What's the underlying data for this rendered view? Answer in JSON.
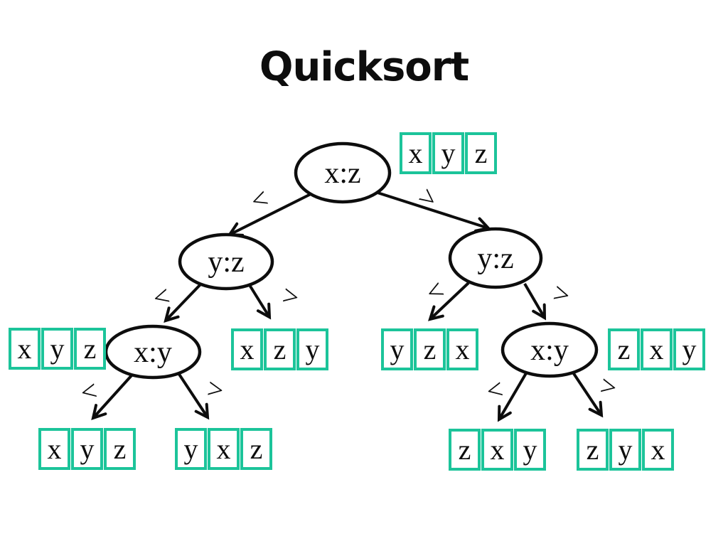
{
  "title": "Quicksort",
  "colors": {
    "array_border": "#1cc49a",
    "stroke": "#0d0d0d",
    "background": "#ffffff"
  },
  "nodes": {
    "root": {
      "label": "x:z"
    },
    "left_child": {
      "label": "y:z"
    },
    "right_child": {
      "label": "y:z"
    },
    "left_grandchild": {
      "label": "x:y"
    },
    "right_grandchild": {
      "label": "x:y"
    }
  },
  "edge_labels": {
    "less": "<",
    "greater": ">"
  },
  "boxes": {
    "input_top": {
      "cells": [
        "x",
        "y",
        "z"
      ]
    },
    "left_subtree_context": {
      "cells": [
        "x",
        "y",
        "z"
      ]
    },
    "left_gt_result": {
      "cells": [
        "x",
        "z",
        "y"
      ]
    },
    "left_lt_lt_result": {
      "cells": [
        "x",
        "y",
        "z"
      ]
    },
    "left_lt_gt_result": {
      "cells": [
        "y",
        "x",
        "z"
      ]
    },
    "right_lt_result": {
      "cells": [
        "y",
        "z",
        "x"
      ]
    },
    "right_subtree_context": {
      "cells": [
        "z",
        "x",
        "y"
      ]
    },
    "right_gt_lt_result": {
      "cells": [
        "z",
        "x",
        "y"
      ]
    },
    "right_gt_gt_result": {
      "cells": [
        "z",
        "y",
        "x"
      ]
    }
  }
}
